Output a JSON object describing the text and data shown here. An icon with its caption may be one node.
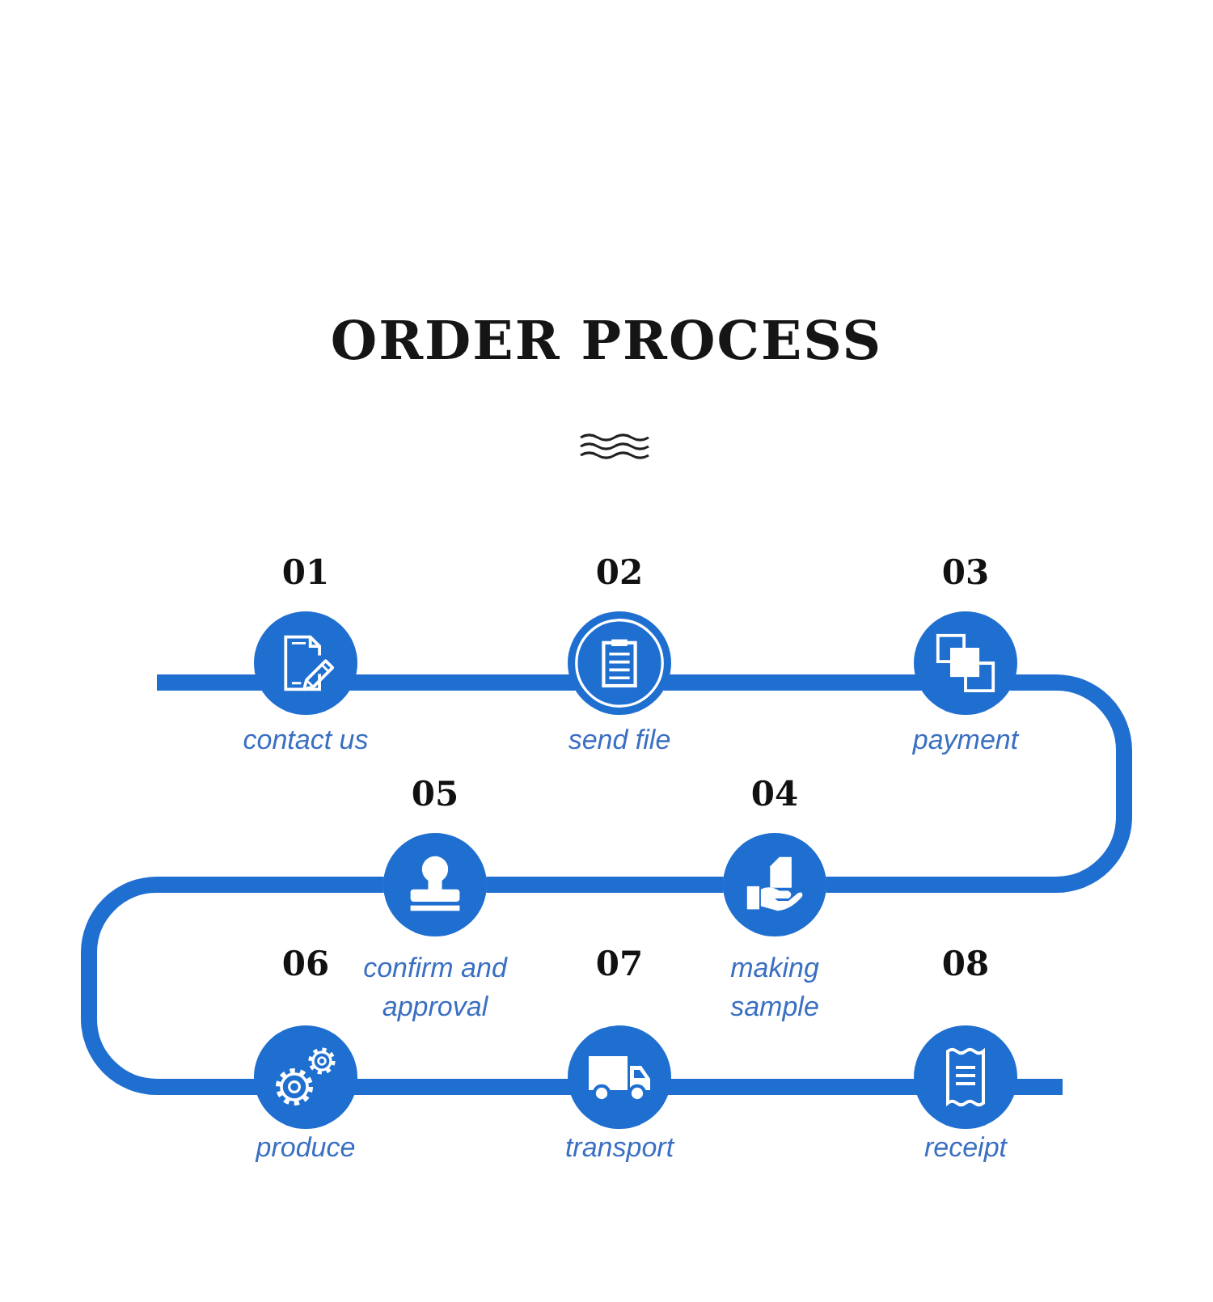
{
  "diagram": {
    "title": "ORDER PROCESS",
    "nodes": [
      {
        "text": [
          "01",
          "contact us"
        ]
      },
      {
        "text": [
          "02",
          "send file"
        ]
      },
      {
        "text": [
          "03",
          "payment"
        ]
      },
      {
        "text": [
          "04",
          "making sample"
        ]
      },
      {
        "text": [
          "05",
          "confirm and approval"
        ]
      },
      {
        "text": [
          "06",
          "produce"
        ]
      },
      {
        "text": [
          "07",
          "transport"
        ]
      },
      {
        "text": [
          "08",
          "receipt"
        ]
      }
    ],
    "edges": [
      {
        "from": null,
        "to": 0,
        "arrow": "none"
      },
      {
        "from": 0,
        "to": 1,
        "arrow": "none"
      },
      {
        "from": 1,
        "to": 2,
        "arrow": "none"
      },
      {
        "from": 2,
        "to": 3,
        "arrow": "none"
      },
      {
        "from": 3,
        "to": 4,
        "arrow": "none"
      },
      {
        "from": 4,
        "to": 5,
        "arrow": "none"
      },
      {
        "from": 5,
        "to": 6,
        "arrow": "none"
      },
      {
        "from": 6,
        "to": 7,
        "arrow": "none"
      },
      {
        "from": 7,
        "to": null,
        "arrow": "none"
      }
    ]
  }
}
